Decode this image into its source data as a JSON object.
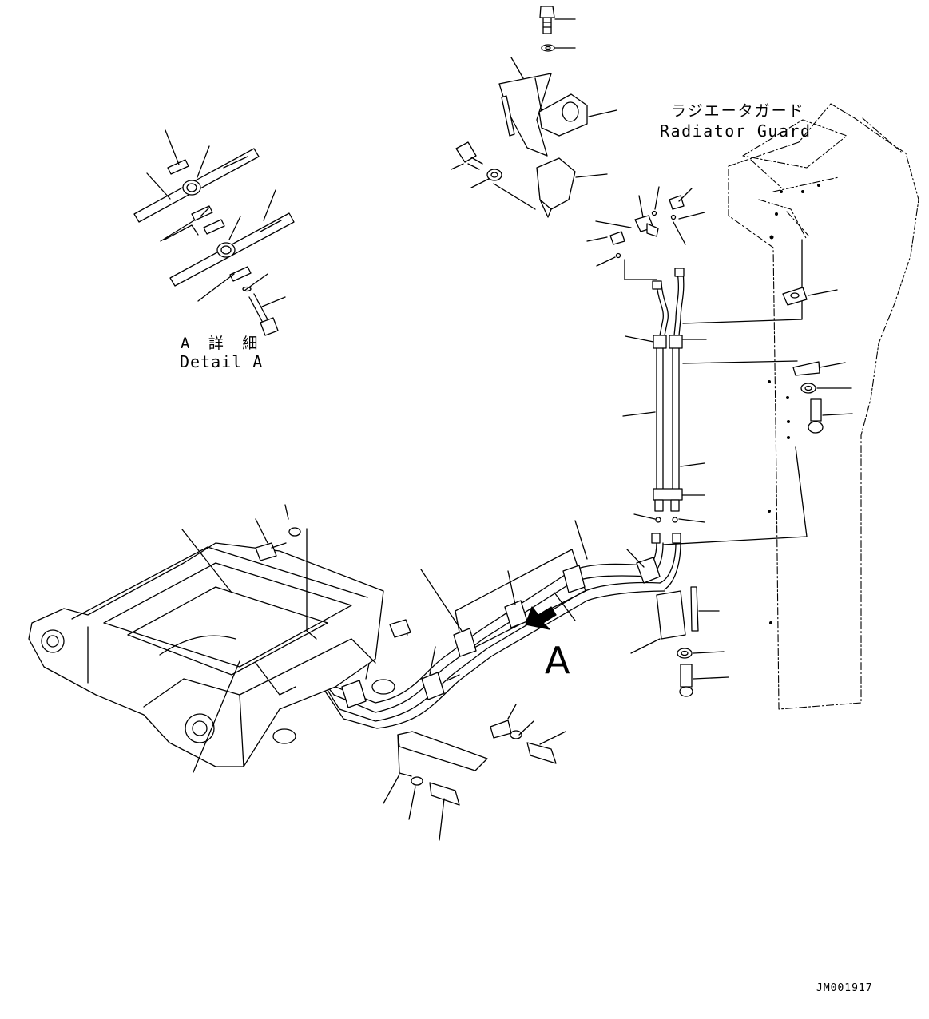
{
  "labels": {
    "radiator_guard_jp": "ラジエータガード",
    "radiator_guard_en": "Radiator Guard",
    "detail_a_jp": "A 詳 細",
    "detail_a_en": "Detail A",
    "view_arrow": "A",
    "drawing_code": "JM001917"
  },
  "icons": {
    "view_arrow": "view-direction-arrow-icon"
  }
}
